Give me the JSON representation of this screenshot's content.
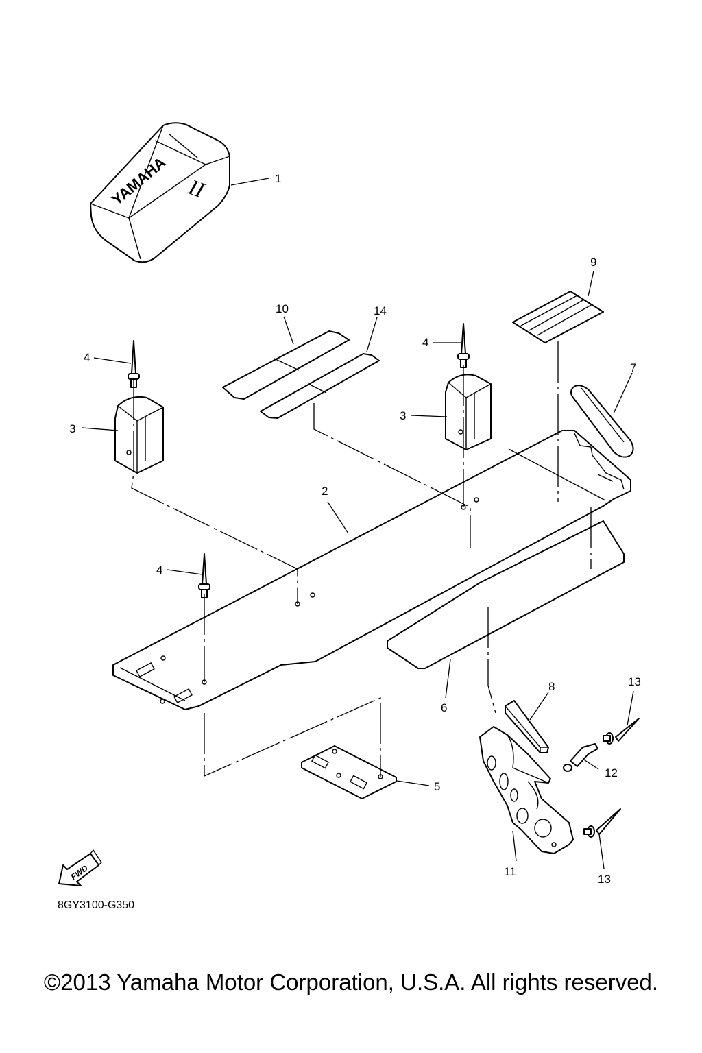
{
  "diagram": {
    "drawing_code": "8GY3100-G350",
    "fwd_arrow_label": "FWD",
    "cover_brand_text": "YAMAHA",
    "cover_model_mark": "II",
    "callouts": {
      "c1": "1",
      "c2": "2",
      "c3a": "3",
      "c3b": "3",
      "c4a": "4",
      "c4b": "4",
      "c4c": "4",
      "c5": "5",
      "c6": "6",
      "c7": "7",
      "c8": "8",
      "c9": "9",
      "c10": "10",
      "c11": "11",
      "c12": "12",
      "c13a": "13",
      "c13b": "13",
      "c14": "14"
    }
  },
  "footer": {
    "copyright": "©2013 Yamaha Motor Corporation, U.S.A. All rights reserved."
  }
}
